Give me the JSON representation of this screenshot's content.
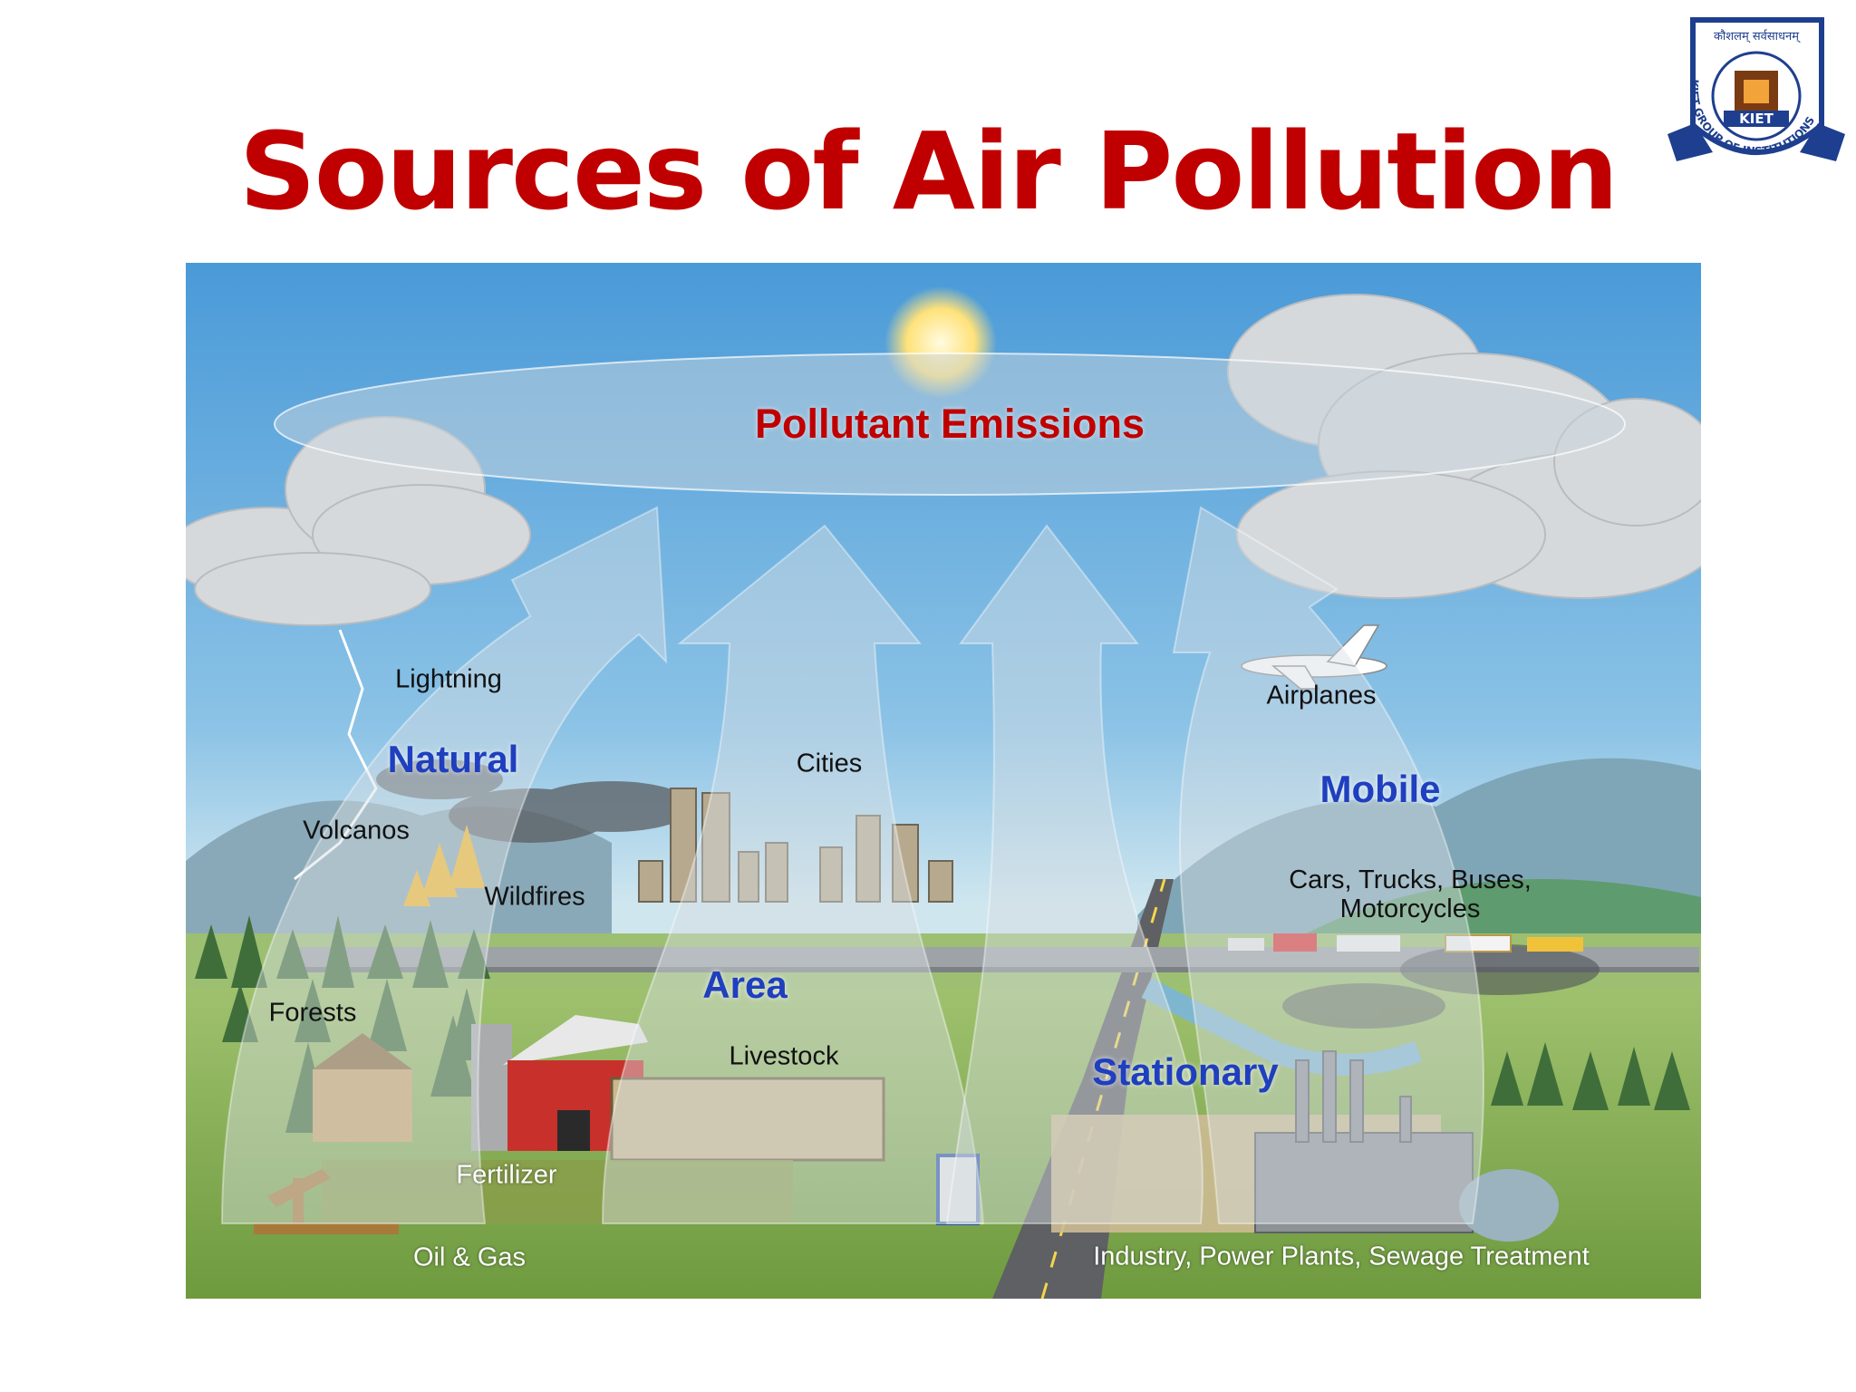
{
  "slide": {
    "title": "Sources of Air Pollution"
  },
  "logo": {
    "name": "KIET",
    "motto": "कौशलम् सर्वसाधनम्",
    "ring_text": "KIET GROUP OF INSTITUTIONS"
  },
  "diagram": {
    "emissions_label": "Pollutant Emissions",
    "categories": {
      "natural": "Natural",
      "area": "Area",
      "mobile": "Mobile",
      "stationary": "Stationary"
    },
    "sources": {
      "lightning": "Lightning",
      "volcanos": "Volcanos",
      "wildfires": "Wildfires",
      "forests": "Forests",
      "cities": "Cities",
      "livestock": "Livestock",
      "fertilizer": "Fertilizer",
      "oil_gas": "Oil & Gas",
      "airplanes": "Airplanes",
      "vehicles_line1": "Cars, Trucks, Buses,",
      "vehicles_line2": "Motorcycles",
      "industry": "Industry, Power Plants, Sewage Treatment"
    }
  },
  "colors": {
    "title": "#c00000",
    "category": "#1f3fbf",
    "emissions": "#c00000"
  }
}
